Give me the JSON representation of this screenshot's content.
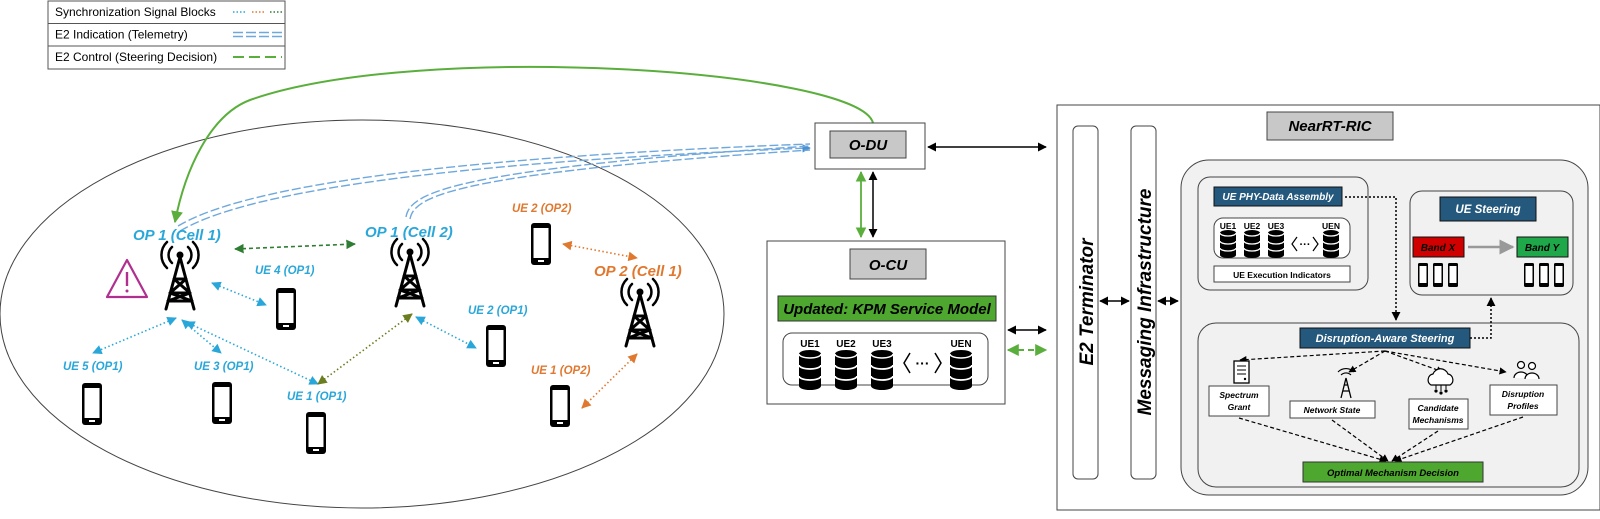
{
  "legend": {
    "ssb": "Synchronization Signal Blocks",
    "e2_indication": "E2 Indication (Telemetry)",
    "e2_control": "E2 Control (Steering Decision)"
  },
  "cells": {
    "op1_cell1": "OP 1 (Cell 1)",
    "op1_cell2": "OP 1 (Cell 2)",
    "op2_cell1": "OP 2 (Cell 1)"
  },
  "ues": {
    "ue4_op1": "UE 4 (OP1)",
    "ue2_op2": "UE 2 (OP2)",
    "ue2_op1": "UE 2 (OP1)",
    "ue5_op1": "UE 5 (OP1)",
    "ue3_op1": "UE 3 (OP1)",
    "ue1_op1": "UE 1 (OP1)",
    "ue1_op2": "UE 1 (OP2)"
  },
  "odu": {
    "title": "O-DU"
  },
  "ocu": {
    "title": "O-CU",
    "kpm": "Updated: KPM Service Model",
    "db_labels": [
      "UE1",
      "UE2",
      "UE3",
      "UEN"
    ],
    "dots": "···"
  },
  "e2_terminator": "E2 Terminator",
  "messaging": "Messaging Infrastructure",
  "ric": {
    "title": "NearRT-RIC",
    "phy_assembly": "UE PHY-Data Assembly",
    "phy_db_labels": [
      "UE1",
      "UE2",
      "UE3",
      "UEN"
    ],
    "exec_indicators": "UE Execution Indicators",
    "steering": "UE Steering",
    "band_x": "Band X",
    "band_y": "Band Y",
    "disruption": "Disruption-Aware Steering",
    "spectrum": [
      "Spectrum",
      "Grant"
    ],
    "network_state": "Network State",
    "candidate": [
      "Candidate",
      "Mechanisms"
    ],
    "profiles": [
      "Disruption",
      "Profiles"
    ],
    "optimal": "Optimal Mechanism Decision"
  },
  "colors": {
    "cyan": "#2aa7d9",
    "orange": "#e0782f",
    "green_dark": "#2e7d32",
    "olive": "#6a7d1f",
    "e2_blue": "#6fa8dc",
    "control_green": "#5aaf3c",
    "title_box": "#c8c8c8",
    "steel_blue": "#24587c",
    "kpm_green": "#4ea72e",
    "band_red": "#d10000",
    "band_green": "#1fa84a",
    "warning": "#b0308f"
  },
  "icons": [
    "warning-icon",
    "tower-icon",
    "phone-icon",
    "database-icon",
    "server-icon",
    "antenna-icon",
    "cloud-network-icon",
    "people-icon"
  ]
}
